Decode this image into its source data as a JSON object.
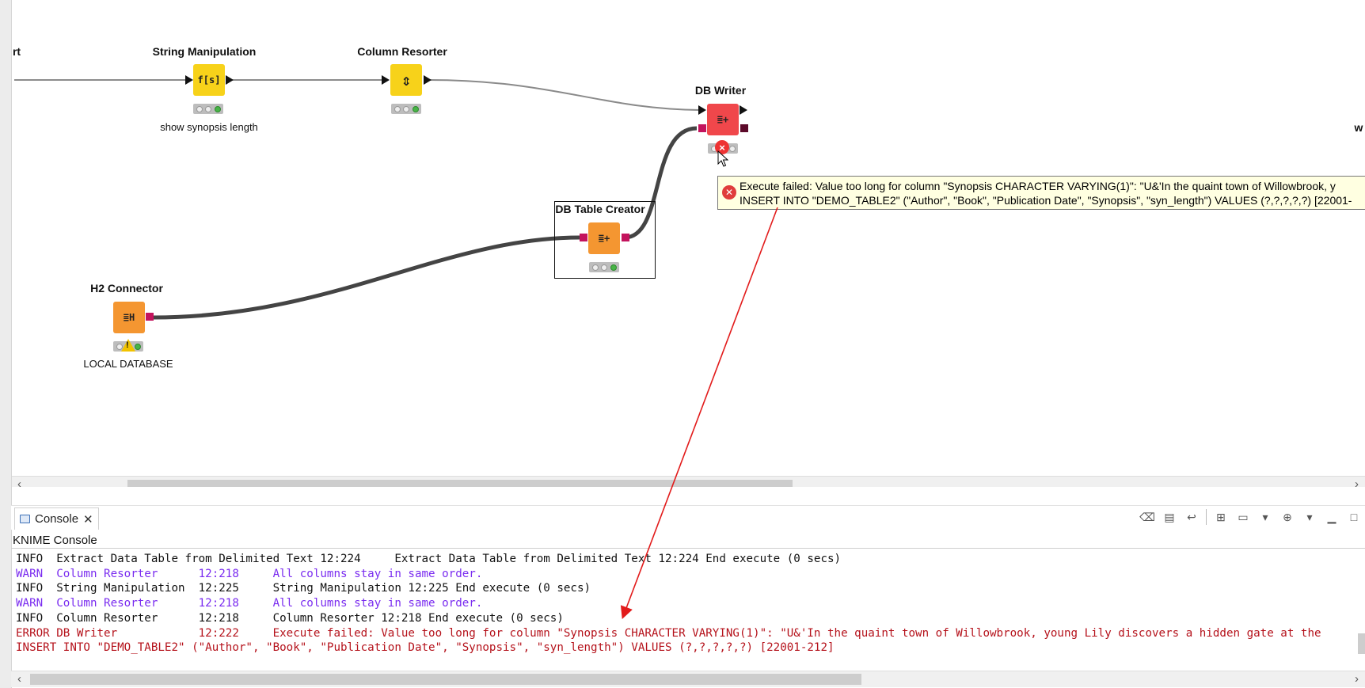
{
  "workflow": {
    "nodes": {
      "extract_partial": {
        "title": "rt"
      },
      "string_manipulation": {
        "title": "String Manipulation",
        "glyph": "f[s]",
        "annotation": "show synopsis length"
      },
      "column_resorter": {
        "title": "Column Resorter",
        "glyph": "⇕"
      },
      "db_writer": {
        "title": "DB Writer",
        "glyph": "≣+"
      },
      "db_table_creator": {
        "title": "DB Table Creator",
        "glyph": "≣+"
      },
      "h2_connector": {
        "title": "H2 Connector",
        "glyph": "≣H",
        "annotation": "LOCAL DATABASE"
      },
      "right_partial": {
        "title": "w"
      }
    },
    "tooltip": {
      "line1": "Execute failed: Value too long for column \"Synopsis CHARACTER VARYING(1)\": \"U&'In the quaint town of Willowbrook, y",
      "line2": "INSERT INTO \"DEMO_TABLE2\" (\"Author\", \"Book\", \"Publication Date\", \"Synopsis\", \"syn_length\") VALUES (?,?,?,?,?) [22001-"
    },
    "colors": {
      "yellow": "#f7d21a",
      "orange": "#f49631",
      "red": "#f0474b",
      "db_port": "#c3135d"
    }
  },
  "console": {
    "tab_label": "Console",
    "close_glyph": "✕",
    "title": "KNIME Console",
    "toolbar_icons": [
      "clear-console-icon",
      "scroll-lock-icon",
      "word-wrap-icon",
      "pin-console-icon",
      "display-selected-console-icon",
      "open-console-icon",
      "minimize-icon",
      "maximize-icon"
    ],
    "lines": [
      {
        "level": "INFO",
        "text": "INFO  Extract Data Table from Delimited Text 12:224     Extract Data Table from Delimited Text 12:224 End execute (0 secs)"
      },
      {
        "level": "WARN",
        "text": "WARN  Column Resorter      12:218     All columns stay in same order."
      },
      {
        "level": "INFO",
        "text": "INFO  String Manipulation  12:225     String Manipulation 12:225 End execute (0 secs)"
      },
      {
        "level": "WARN",
        "text": "WARN  Column Resorter      12:218     All columns stay in same order."
      },
      {
        "level": "INFO",
        "text": "INFO  Column Resorter      12:218     Column Resorter 12:218 End execute (0 secs)"
      },
      {
        "level": "ERROR",
        "text": "ERROR DB Writer            12:222     Execute failed: Value too long for column \"Synopsis CHARACTER VARYING(1)\": \"U&'In the quaint town of Willowbrook, young Lily discovers a hidden gate at the"
      },
      {
        "level": "ERROR",
        "text": "INSERT INTO \"DEMO_TABLE2\" (\"Author\", \"Book\", \"Publication Date\", \"Synopsis\", \"syn_length\") VALUES (?,?,?,?,?) [22001-212]"
      }
    ]
  }
}
